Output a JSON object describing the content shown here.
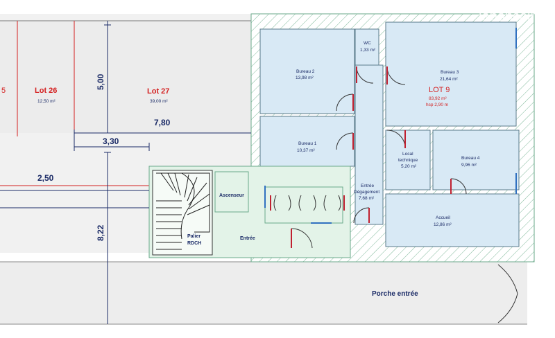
{
  "watermark": "leboncoin",
  "lots": {
    "lot25_label": "5",
    "lot26_label": "Lot 26",
    "lot26_area": "12,50 m²",
    "lot27_label": "Lot 27",
    "lot27_area": "39,00 m²",
    "lot9_label": "LOT 9",
    "lot9_area": "83,92 m²",
    "lot9_hsp": "hsp 2,90 m"
  },
  "rooms": {
    "bureau2_name": "Bureau 2",
    "bureau2_area": "13,98 m²",
    "wc_name": "WC",
    "wc_area": "1,33 m²",
    "bureau3_name": "Bureau 3",
    "bureau3_area": "21,64 m²",
    "bureau1_name": "Bureau 1",
    "bureau1_area": "10,37 m²",
    "local_name_1": "Local",
    "local_name_2": "technique",
    "local_area": "5,20 m²",
    "bureau4_name": "Bureau 4",
    "bureau4_area": "9,96 m²",
    "entree_deg_1": "Entrée",
    "entree_deg_2": "Dégagement",
    "entree_deg_area": "7,68 m²",
    "accueil_name": "Accueil",
    "accueil_area": "12,86 m²",
    "ascenseur": "Ascenseur",
    "palier_1": "Palier",
    "palier_2": "RDCH",
    "entree": "Entrée",
    "porche": "Porche entrée"
  },
  "dimensions": {
    "d500": "5,00",
    "d780": "7,80",
    "d330": "3,30",
    "d250": "2,50",
    "d822": "8,22"
  }
}
